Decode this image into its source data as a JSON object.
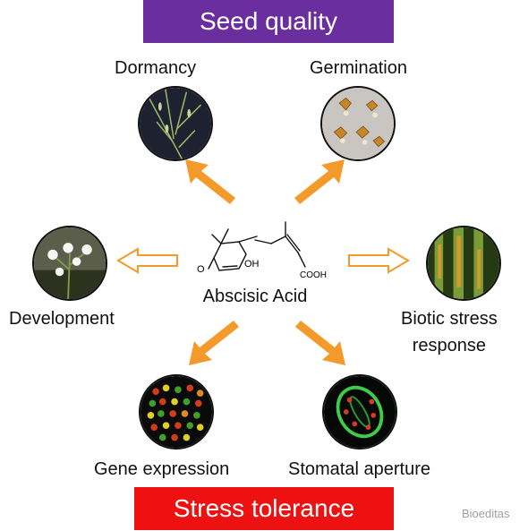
{
  "top_banner": "Seed quality",
  "bottom_banner": "Stress tolerance",
  "center": {
    "label": "Abscisic Acid",
    "oh": "OH",
    "o": "O",
    "cooh": "COOH"
  },
  "outcomes": {
    "dormancy": "Dormancy",
    "germination": "Germination",
    "development": "Development",
    "biotic_line1": "Biotic stress",
    "biotic_line2": "response",
    "gene_expression": "Gene expression",
    "stomatal_aperture": "Stomatal aperture"
  },
  "watermark": "Bioeditas",
  "colors": {
    "top_banner": "#6a2e9f",
    "bottom_banner": "#ee1111",
    "arrow": "#f39a2a"
  }
}
